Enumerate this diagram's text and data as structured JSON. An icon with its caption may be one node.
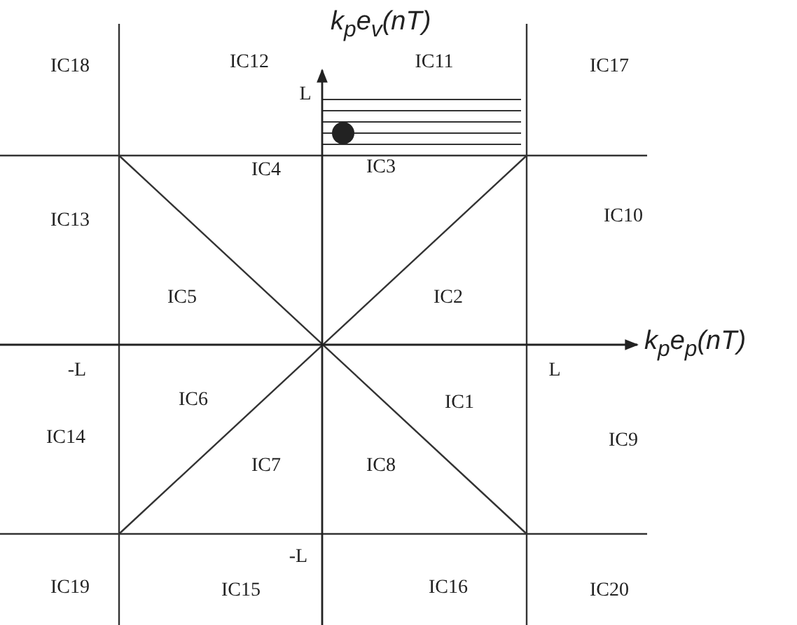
{
  "diagram": {
    "labels": [
      "k$_{p}$e$_{v}$(nT)",
      "IC18",
      "IC12",
      "L",
      "IC11",
      "IC17",
      "IC4",
      "IC3",
      "IC13",
      "IC10",
      "IC5",
      "IC2",
      "-L",
      "L",
      "k$_{p}$e$_{p}$(nT)",
      "IC6",
      "IC1",
      "IC14",
      "IC9",
      "IC7",
      "IC8",
      "-L",
      "IC19",
      "IC15",
      "IC16",
      "IC20"
    ]
  }
}
